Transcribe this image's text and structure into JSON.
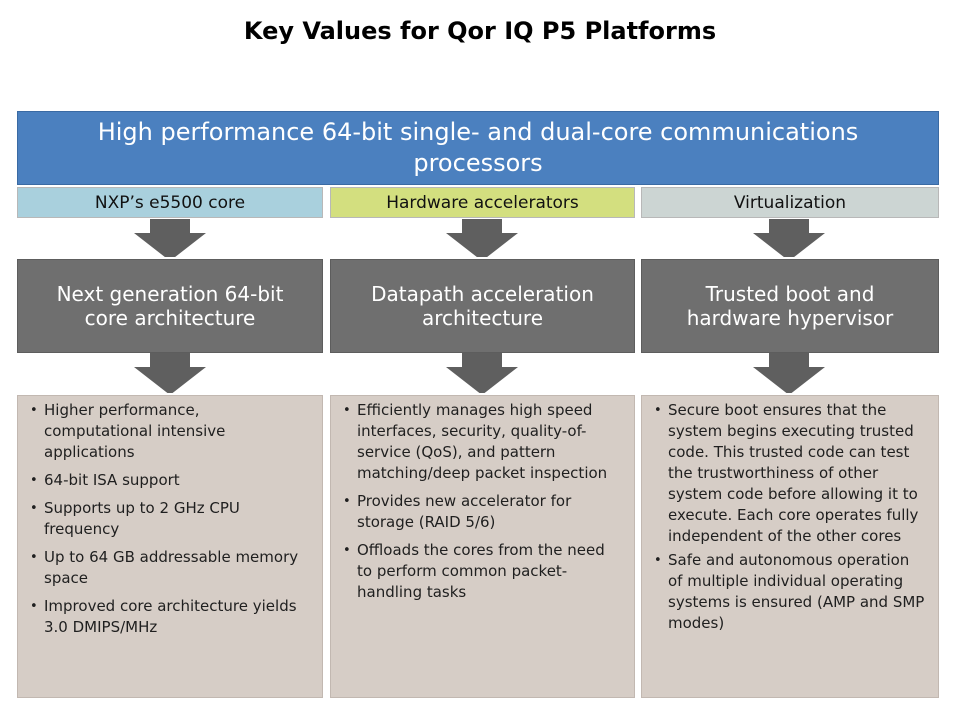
{
  "title": "Key Values for Qor IQ P5 Platforms",
  "banner": "High performance 64-bit single- and dual-core communications processors",
  "columns": [
    {
      "tag": "NXP’s e5500 core",
      "heading": "Next generation 64-bit core architecture",
      "bullets": [
        "Higher performance, computational intensive applications",
        "64-bit ISA support",
        "Supports up to 2 GHz CPU frequency",
        "Up to 64 GB addressable memory space",
        "Improved core architecture yields 3.0 DMIPS/MHz"
      ]
    },
    {
      "tag": "Hardware accelerators",
      "heading": "Datapath acceleration architecture",
      "bullets": [
        "Efficiently manages high speed interfaces, security, quality-of-service (QoS), and pattern matching/deep packet inspection",
        "Provides new accelerator for storage (RAID 5/6)",
        "Offloads the cores from the need to perform common packet-handling tasks"
      ]
    },
    {
      "tag": "Virtualization",
      "heading": "Trusted boot and hardware hypervisor",
      "bullets": [
        "Secure boot ensures that the system begins executing trusted code. This trusted code can test the trustworthiness of other system code before allowing it to execute. Each core operates fully independent of the other cores",
        "Safe and autonomous operation of multiple individual operating systems is ensured (AMP and SMP modes)"
      ]
    }
  ],
  "colors": {
    "banner": "#4b80bf",
    "tag_core": "#a9d0dd",
    "tag_accel": "#d3df7f",
    "tag_virt": "#ccd5d3",
    "heading_box": "#6f6f6f",
    "detail_box": "#d6cdc6",
    "arrow": "#5f5f5f"
  },
  "icons": [
    "down-arrow-icon"
  ]
}
